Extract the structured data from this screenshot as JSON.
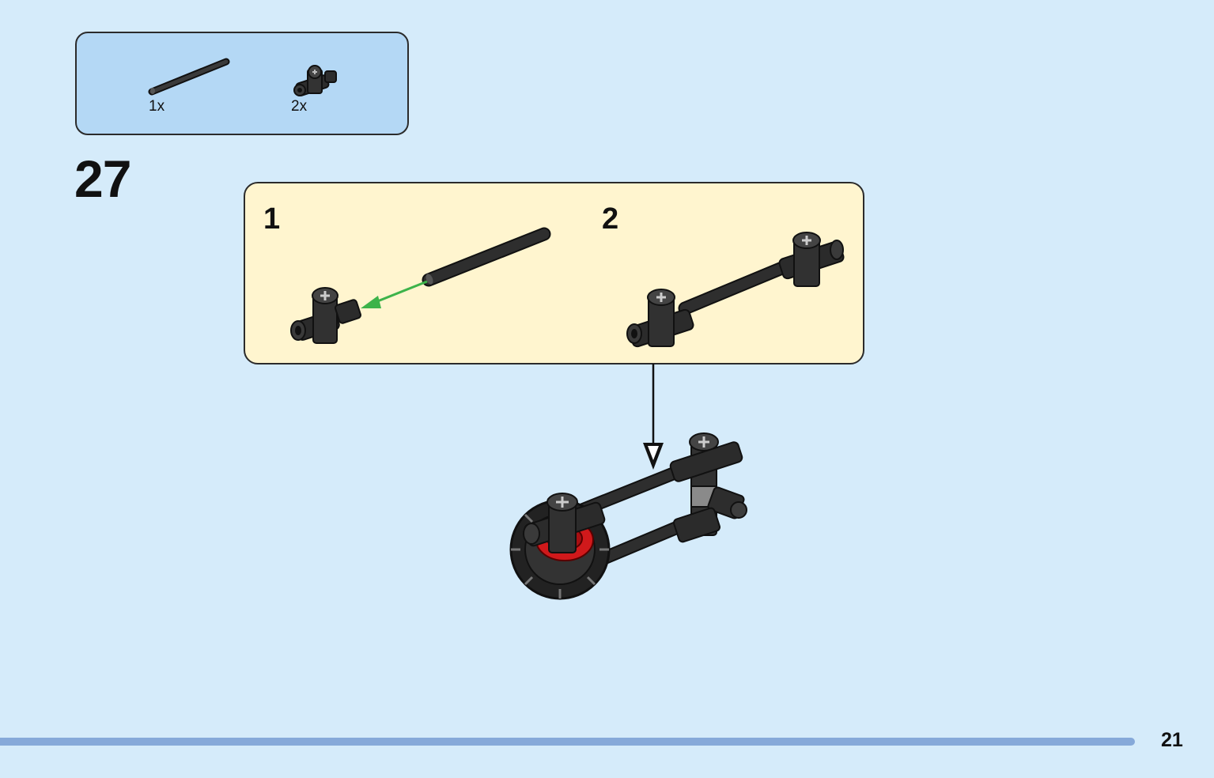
{
  "parts_list": {
    "items": [
      {
        "icon": "axle-icon",
        "qty": "1x",
        "color": "#2a2a2a"
      },
      {
        "icon": "cross-axle-connector-icon",
        "qty": "2x",
        "color": "#2a2a2a"
      }
    ]
  },
  "step": {
    "number": "27"
  },
  "substeps": [
    {
      "number": "1"
    },
    {
      "number": "2"
    }
  ],
  "colors": {
    "background": "#d5ebfa",
    "parts_box": "#b4d8f5",
    "substep_box": "#fff5cf",
    "insert_arrow": "#3db34a",
    "wheel_hub": "#d0191b",
    "progress_bar": "#86a9d9"
  },
  "page": {
    "number": "21"
  }
}
